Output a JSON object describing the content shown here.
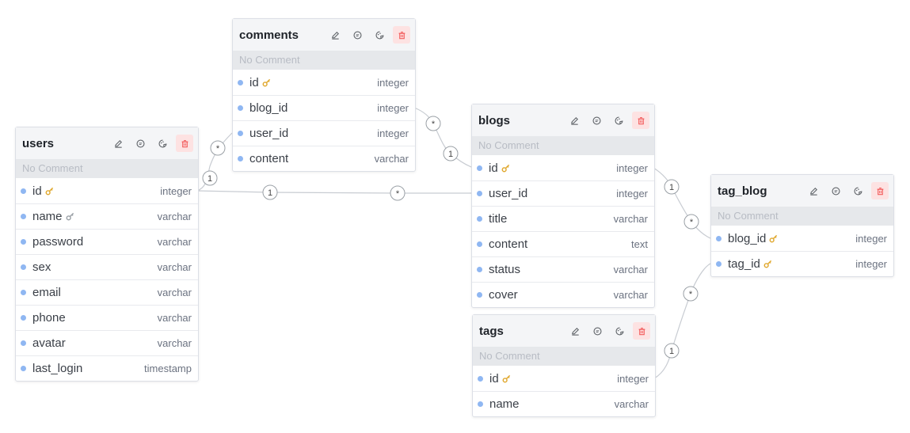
{
  "tables": {
    "users": {
      "name": "users",
      "comment": "No Comment",
      "fields": [
        {
          "name": "id",
          "type": "integer",
          "key": "primary"
        },
        {
          "name": "name",
          "type": "varchar",
          "key": "unique"
        },
        {
          "name": "password",
          "type": "varchar"
        },
        {
          "name": "sex",
          "type": "varchar"
        },
        {
          "name": "email",
          "type": "varchar"
        },
        {
          "name": "phone",
          "type": "varchar"
        },
        {
          "name": "avatar",
          "type": "varchar"
        },
        {
          "name": "last_login",
          "type": "timestamp"
        }
      ]
    },
    "comments": {
      "name": "comments",
      "comment": "No Comment",
      "fields": [
        {
          "name": "id",
          "type": "integer",
          "key": "primary"
        },
        {
          "name": "blog_id",
          "type": "integer"
        },
        {
          "name": "user_id",
          "type": "integer"
        },
        {
          "name": "content",
          "type": "varchar"
        }
      ]
    },
    "blogs": {
      "name": "blogs",
      "comment": "No Comment",
      "fields": [
        {
          "name": "id",
          "type": "integer",
          "key": "primary"
        },
        {
          "name": "user_id",
          "type": "integer"
        },
        {
          "name": "title",
          "type": "varchar"
        },
        {
          "name": "content",
          "type": "text"
        },
        {
          "name": "status",
          "type": "varchar"
        },
        {
          "name": "cover",
          "type": "varchar"
        }
      ]
    },
    "tags": {
      "name": "tags",
      "comment": "No Comment",
      "fields": [
        {
          "name": "id",
          "type": "integer",
          "key": "primary"
        },
        {
          "name": "name",
          "type": "varchar"
        }
      ]
    },
    "tag_blog": {
      "name": "tag_blog",
      "comment": "No Comment",
      "fields": [
        {
          "name": "blog_id",
          "type": "integer",
          "key": "primary"
        },
        {
          "name": "tag_id",
          "type": "integer",
          "key": "primary"
        }
      ]
    }
  },
  "relations": [
    {
      "from": "users.id",
      "to": "comments.user_id",
      "from_card": "1",
      "to_card": "*"
    },
    {
      "from": "users.id",
      "to": "blogs.user_id",
      "from_card": "1",
      "to_card": "*"
    },
    {
      "from": "comments.blog_id",
      "to": "blogs.id",
      "from_card": "*",
      "to_card": "1"
    },
    {
      "from": "blogs.id",
      "to": "tag_blog.blog_id",
      "from_card": "1",
      "to_card": "*"
    },
    {
      "from": "tags.id",
      "to": "tag_blog.tag_id",
      "from_card": "1",
      "to_card": "*"
    }
  ],
  "colors": {
    "field_dot": "#8fb7f2",
    "key_gold": "#e0a82e",
    "key_gray": "#9aa0a6",
    "delete_red": "#f25c5c"
  },
  "icons": [
    "edit-icon",
    "comment-icon",
    "palette-icon",
    "trash-icon",
    "key-icon"
  ]
}
